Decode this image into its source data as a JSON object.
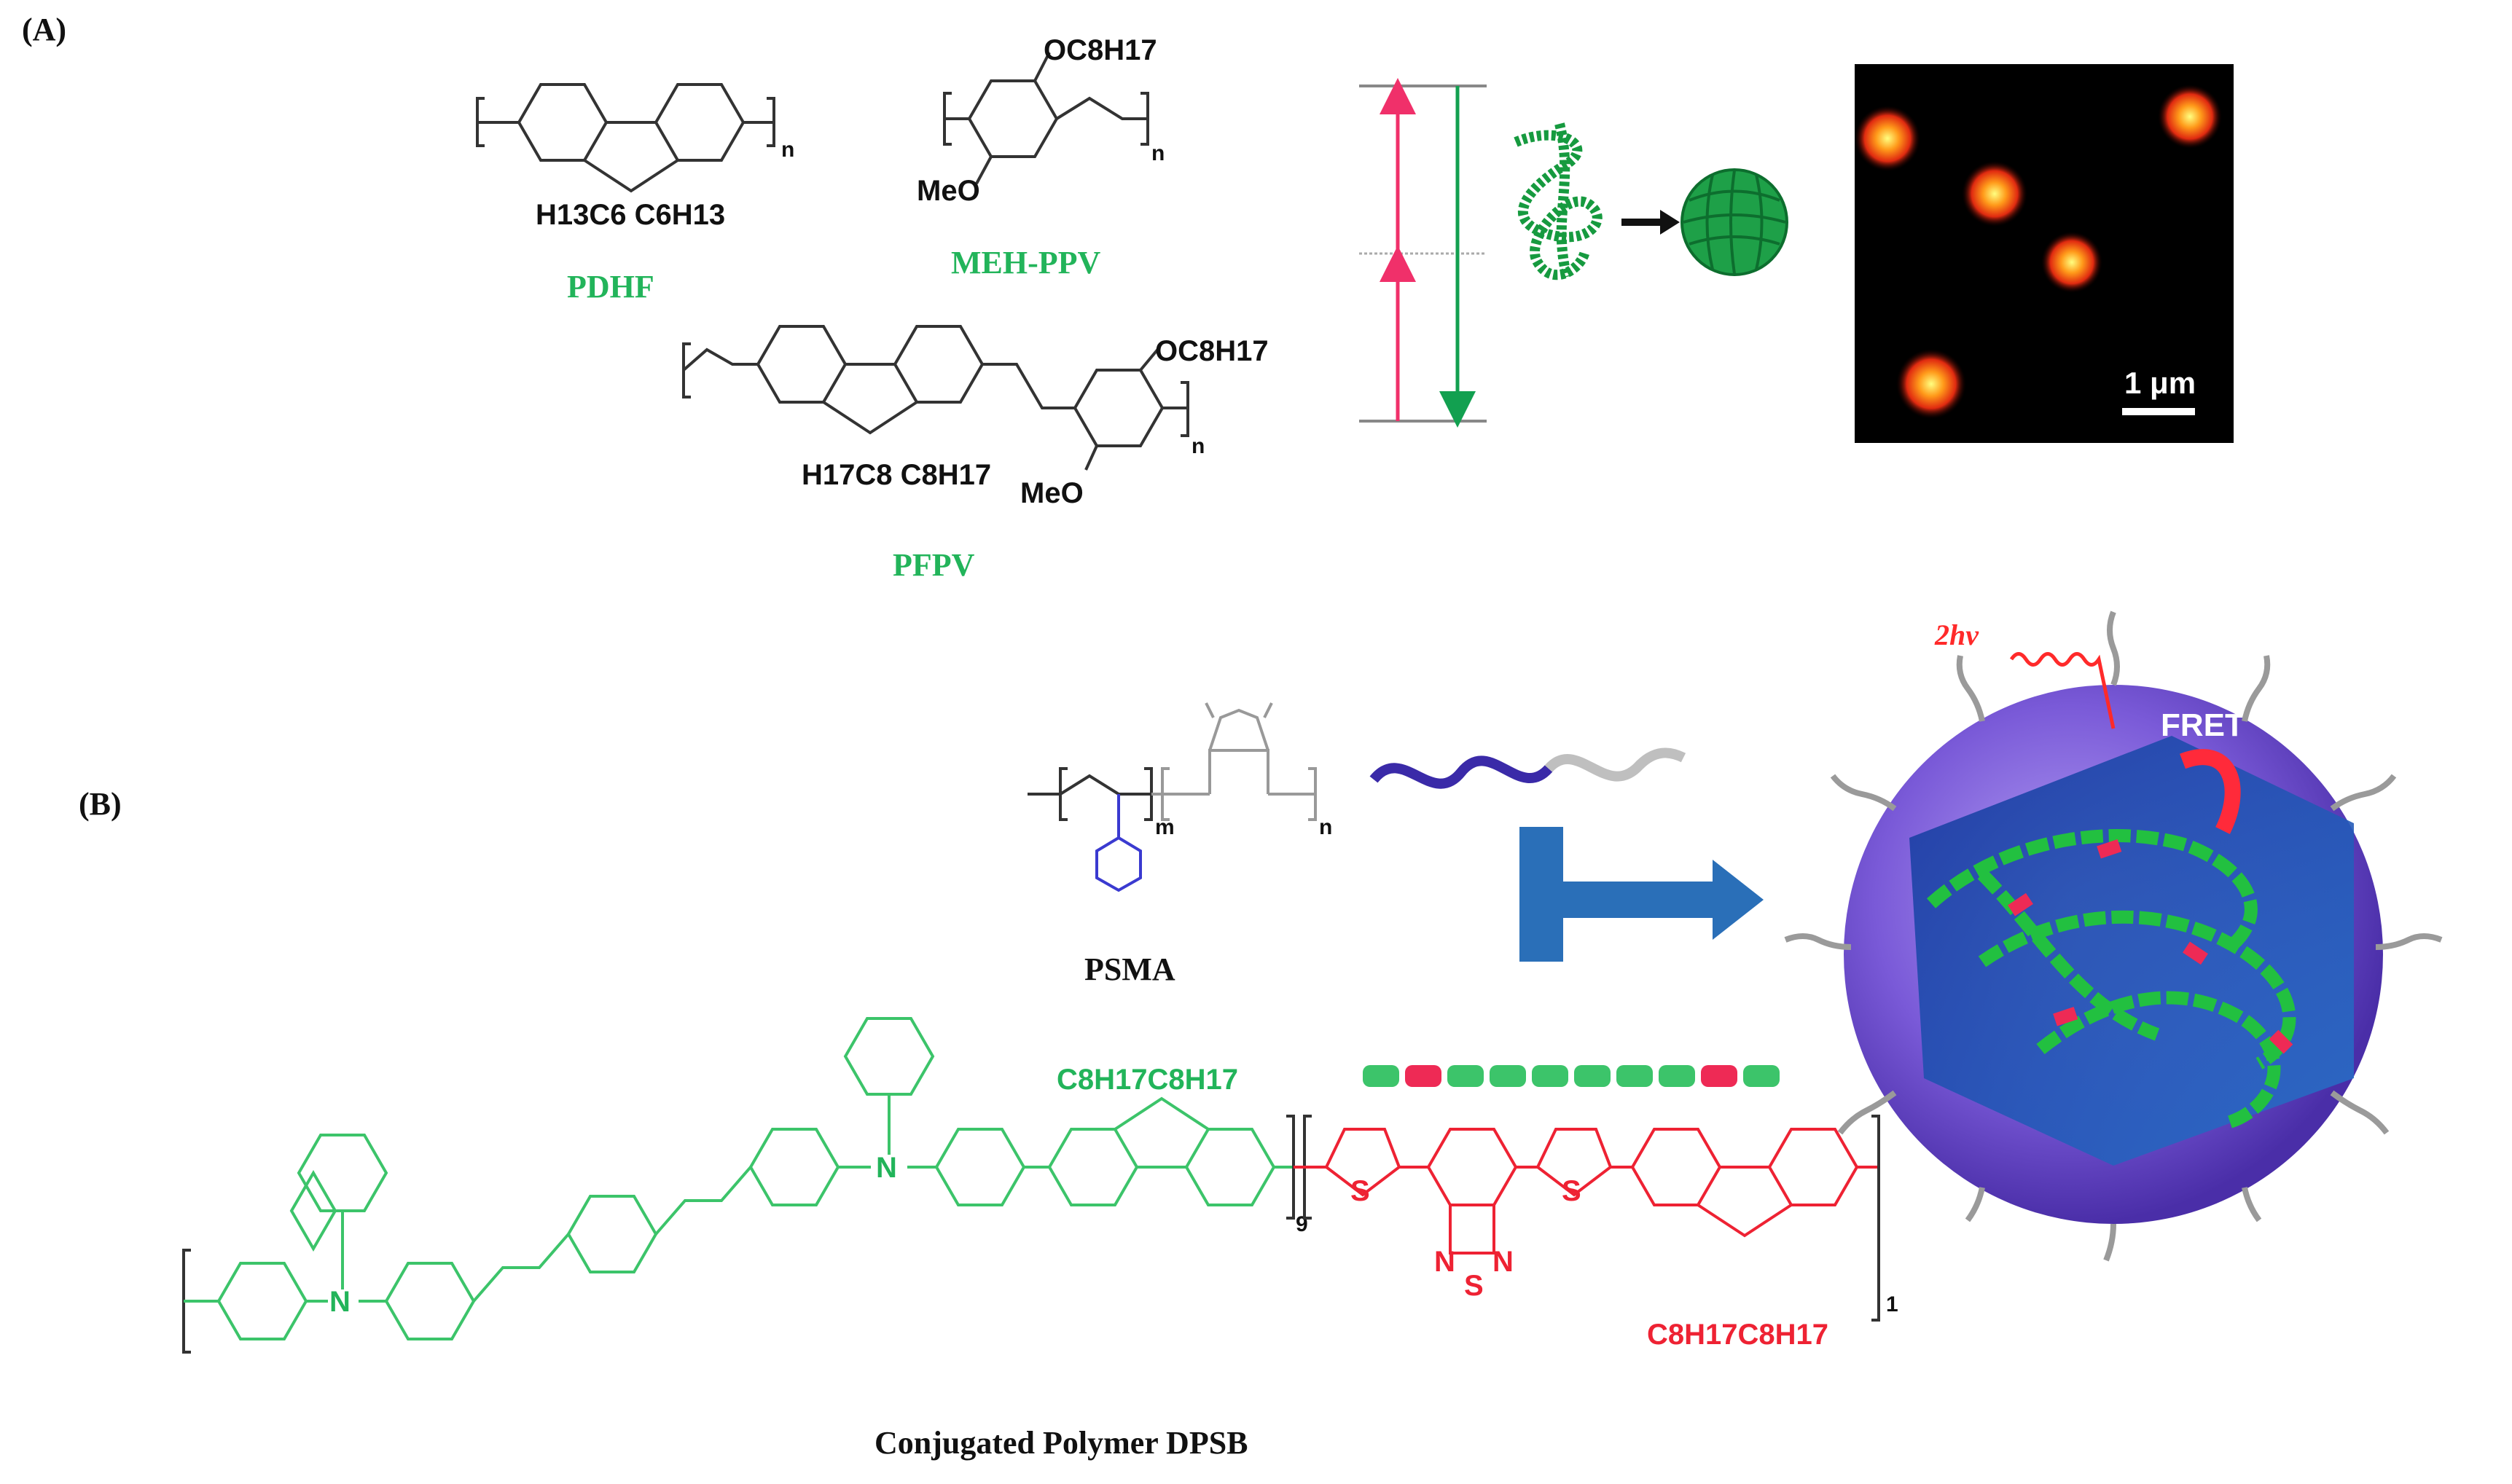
{
  "panel_labels": {
    "a": "(A)",
    "b": "(B)"
  },
  "panel_a": {
    "pdhf": {
      "sidechain": "H13C6 C6H13",
      "repeat": "n",
      "name": "PDHF"
    },
    "meh_ppv": {
      "substituent_top": "OC8H17",
      "substituent_bottom": "MeO",
      "repeat": "n",
      "name": "MEH-PPV"
    },
    "pfpv": {
      "sidechain": "H17C8 C8H17",
      "substituent_top": "OC8H17",
      "substituent_bottom": "MeO",
      "repeat": "n",
      "name": "PFPV"
    },
    "micrograph": {
      "scale_bar": "1 μm"
    }
  },
  "panel_b": {
    "psma": {
      "name": "PSMA",
      "repeat_m": "m",
      "repeat_n": "n"
    },
    "particle": {
      "excitation": "2hv",
      "fret": "FRET"
    },
    "dpsb": {
      "donor_sidechain": "C8H17C8H17",
      "acceptor_sidechain": "C8H17C8H17",
      "n_atom": "N",
      "s_atom": "S",
      "repeat_donor": "9",
      "repeat_acceptor": "1",
      "name": "Conjugated Polymer DPSB"
    }
  },
  "colors": {
    "donor": "#3cc46a",
    "acceptor": "#ee2233",
    "label_green": "#22b45a",
    "psma_blue": "#3a3ad0",
    "arrow_blue": "#2a6fb8",
    "sphere": "#7a5ad8"
  }
}
